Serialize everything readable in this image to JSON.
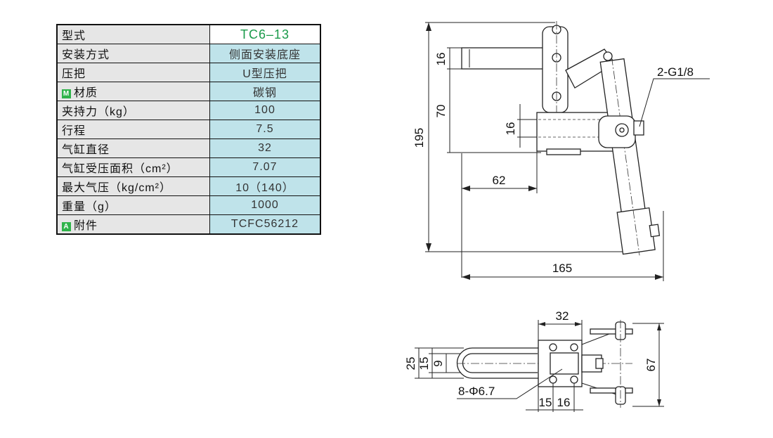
{
  "spec_table": {
    "model_label": "型式",
    "model_value": "TC6–13",
    "rows": [
      {
        "key": "安装方式",
        "value": "侧面安装底座"
      },
      {
        "key": "压把",
        "value": "U型压把"
      },
      {
        "key": "材质",
        "badge": "M",
        "value": "碳钢"
      },
      {
        "key": "夹持力（kg）",
        "value": "100"
      },
      {
        "key": "行程",
        "value": "7.5"
      },
      {
        "key": "气缸直径",
        "value": "32"
      },
      {
        "key": "气缸受压面积（cm²）",
        "value": "7.07"
      },
      {
        "key": "最大气压（kg/cm²）",
        "value": "10（140）"
      },
      {
        "key": "重量（g）",
        "value": "1000"
      },
      {
        "key": "附件",
        "badge": "A",
        "value": "TCFC56212"
      }
    ],
    "badge_color": "#2fb34a",
    "model_color": "#1a9a4a",
    "value_bg": "#bfe3ea"
  },
  "side_view": {
    "dim_195": "195",
    "dim_16_top": "16",
    "dim_70": "70",
    "dim_16_mid": "16",
    "dim_62": "62",
    "dim_165": "165",
    "port_label": "2-G1/8"
  },
  "top_view": {
    "dim_32": "32",
    "dim_25": "25",
    "dim_15": "15",
    "dim_9": "9",
    "dim_67": "67",
    "hole_label": "8-Φ6.7",
    "dim_15_bottom": "15",
    "dim_16_bottom": "16"
  }
}
